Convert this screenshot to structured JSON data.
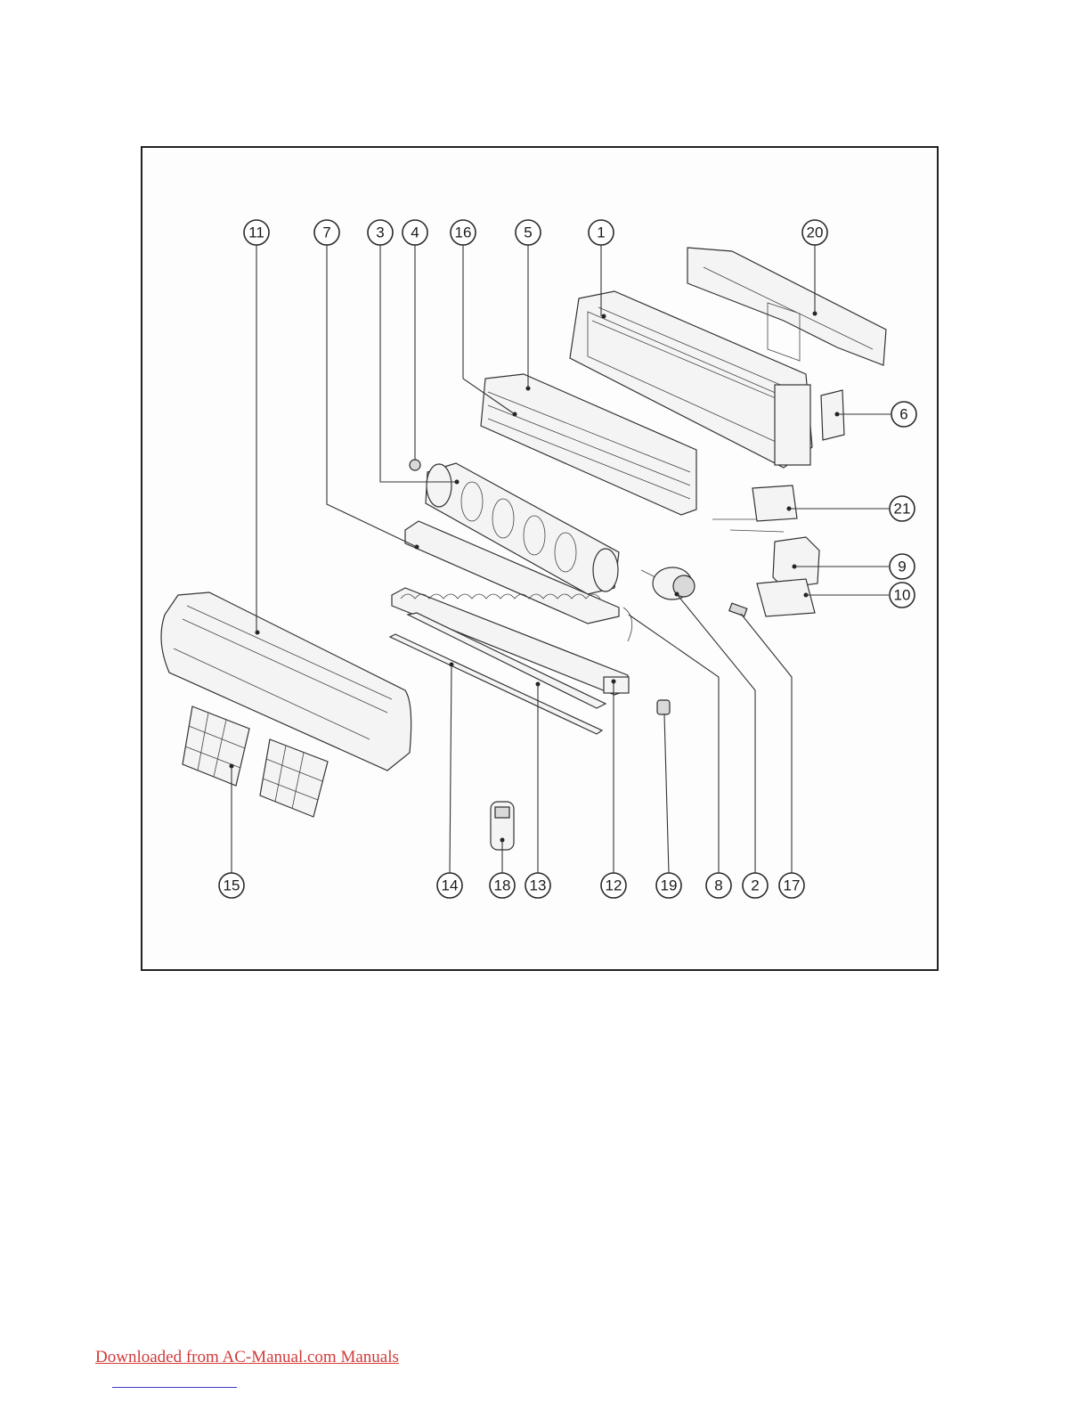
{
  "callouts": {
    "c11": "11",
    "c7": "7",
    "c3": "3",
    "c4": "4",
    "c16": "16",
    "c5": "5",
    "c1": "1",
    "c20": "20",
    "c6": "6",
    "c21": "21",
    "c9": "9",
    "c10": "10",
    "c15": "15",
    "c14": "14",
    "c18": "18",
    "c13": "13",
    "c12": "12",
    "c19": "19",
    "c8": "8",
    "c2": "2",
    "c17": "17"
  },
  "footer": {
    "link_text": "Downloaded from AC-Manual.com Manuals"
  }
}
